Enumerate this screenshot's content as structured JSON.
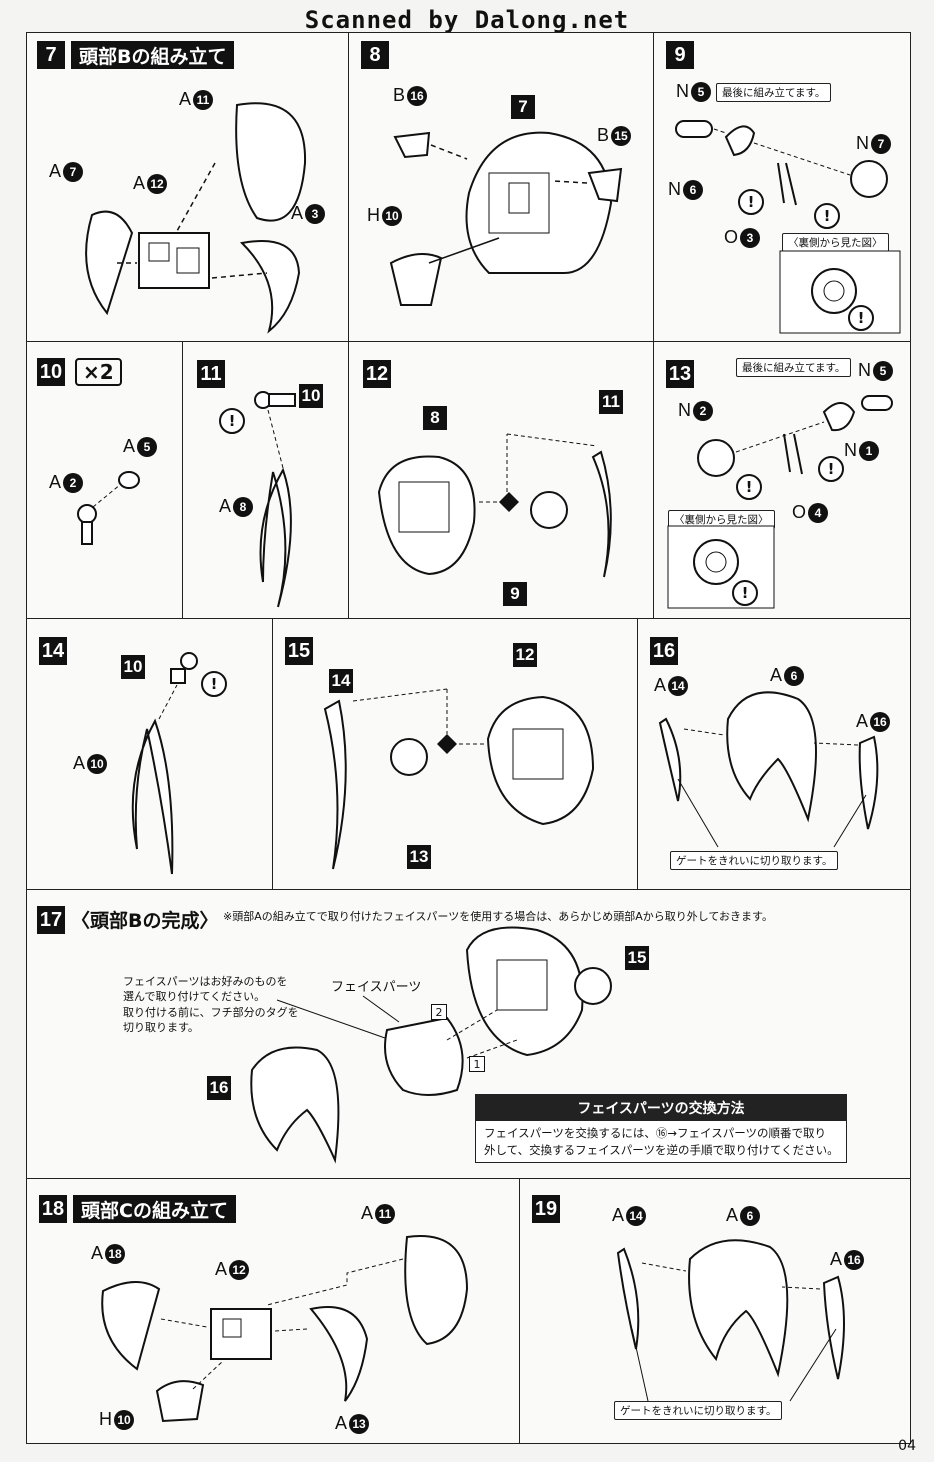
{
  "scan_banner": "Scanned by Dalong.net",
  "page_number": "04",
  "steps": {
    "s7": {
      "num": "7",
      "title": "頭部Bの組み立て",
      "labels": [
        [
          "A",
          "11"
        ],
        [
          "A",
          "7"
        ],
        [
          "A",
          "12"
        ],
        [
          "A",
          "3"
        ]
      ]
    },
    "s8": {
      "num": "8",
      "labels": [
        [
          "B",
          "16"
        ],
        [
          "B",
          "15"
        ],
        [
          "H",
          "10"
        ]
      ],
      "tag": "7"
    },
    "s9": {
      "num": "9",
      "labels": [
        [
          "N",
          "5"
        ],
        [
          "N",
          "7"
        ],
        [
          "N",
          "6"
        ],
        [
          "O",
          "3"
        ]
      ],
      "note1": "最後に組み立てます。",
      "note2": "〈裏側から見た図〉"
    },
    "s10": {
      "num": "10",
      "x2": "×2",
      "labels": [
        [
          "A",
          "5"
        ],
        [
          "A",
          "2"
        ]
      ]
    },
    "s11": {
      "num": "11",
      "labels": [
        [
          "A",
          "8"
        ]
      ],
      "tag": "10"
    },
    "s12": {
      "num": "12",
      "tags": [
        "8",
        "11",
        "9"
      ]
    },
    "s13": {
      "num": "13",
      "labels": [
        [
          "N",
          "5"
        ],
        [
          "N",
          "2"
        ],
        [
          "N",
          "1"
        ],
        [
          "O",
          "4"
        ]
      ],
      "note1": "最後に組み立てます。",
      "note2": "〈裏側から見た図〉"
    },
    "s14": {
      "num": "14",
      "labels": [
        [
          "A",
          "10"
        ]
      ],
      "tag": "10"
    },
    "s15": {
      "num": "15",
      "tags": [
        "14",
        "12",
        "13"
      ]
    },
    "s16": {
      "num": "16",
      "labels": [
        [
          "A",
          "14"
        ],
        [
          "A",
          "6"
        ],
        [
          "A",
          "16"
        ]
      ],
      "note": "ゲートをきれいに切り取ります。"
    },
    "s17": {
      "num": "17",
      "title": "〈頭部Bの完成〉",
      "caption": "※頭部Aの組み立てで取り付けたフェイスパーツを使用する場合は、あらかじめ頭部Aから取り外しておきます。",
      "face_label": "フェイスパーツ",
      "instr": [
        "フェイスパーツはお好みのものを",
        "選んで取り付けてください。",
        "取り付ける前に、フチ部分のタグを",
        "切り取ります。"
      ],
      "tags": [
        "15",
        "16"
      ],
      "order": [
        "1",
        "2"
      ],
      "exchange_title": "フェイスパーツの交換方法",
      "exchange_body": [
        "フェイスパーツを交換するには、⑯→フェイスパーツの順番で取り",
        "外して、交換するフェイスパーツを逆の手順で取り付けてください。"
      ]
    },
    "s18": {
      "num": "18",
      "title": "頭部Cの組み立て",
      "labels": [
        [
          "A",
          "11"
        ],
        [
          "A",
          "18"
        ],
        [
          "A",
          "12"
        ],
        [
          "H",
          "10"
        ],
        [
          "A",
          "13"
        ]
      ]
    },
    "s19": {
      "num": "19",
      "labels": [
        [
          "A",
          "14"
        ],
        [
          "A",
          "6"
        ],
        [
          "A",
          "16"
        ]
      ],
      "note": "ゲートをきれいに切り取ります。"
    }
  },
  "icons": [
    "warning-icon",
    "gate-cut-icon",
    "connector-diamond-icon"
  ]
}
